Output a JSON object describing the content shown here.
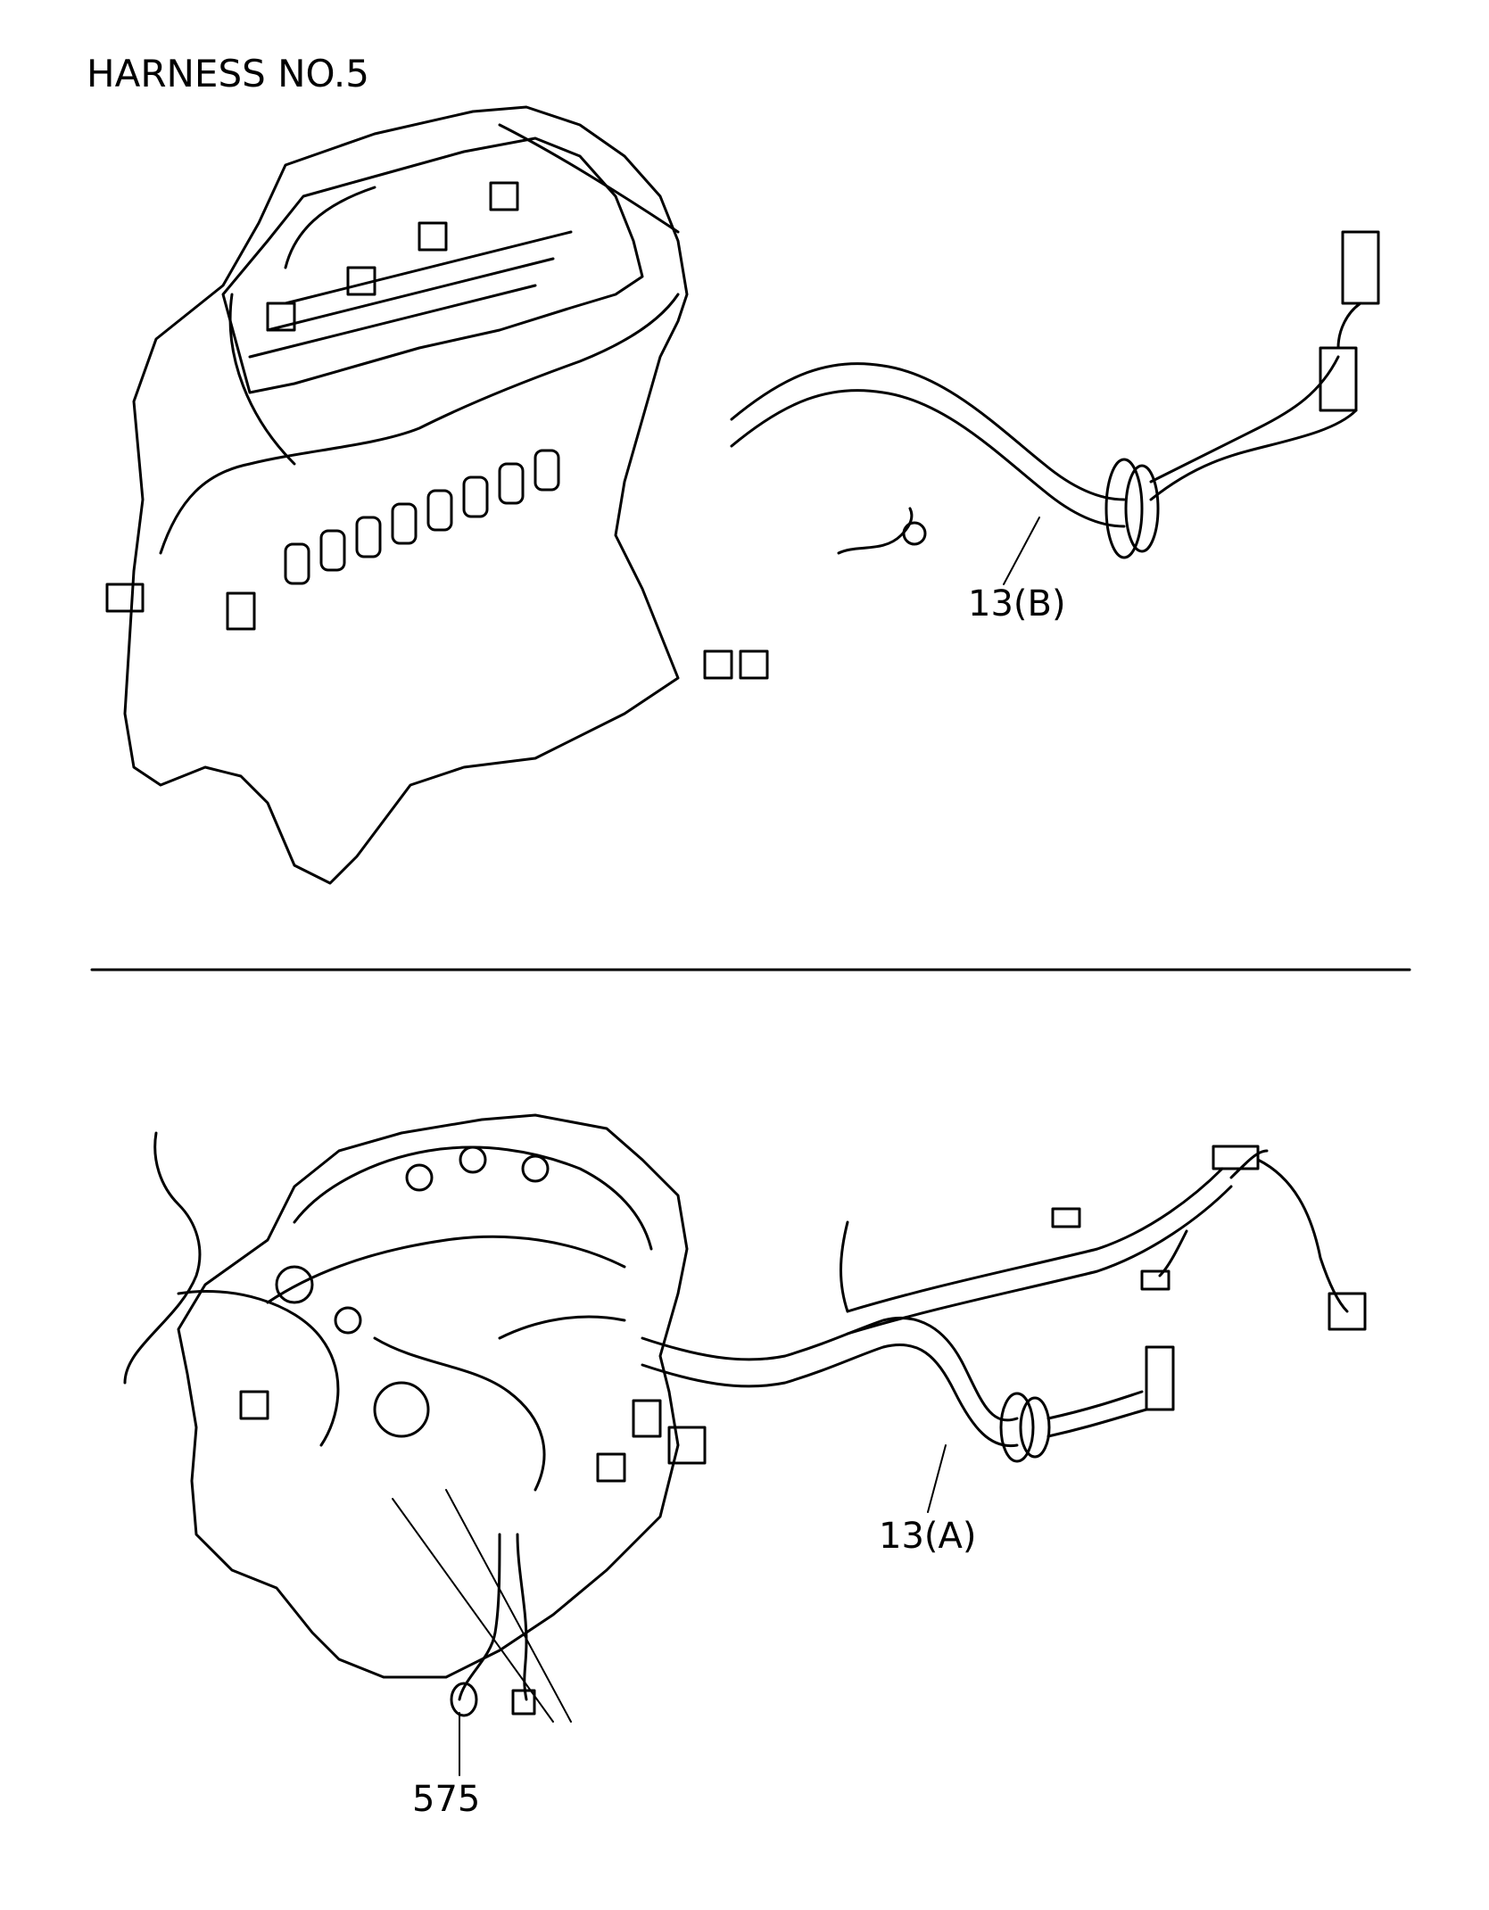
{
  "title": "HARNESS NO.5",
  "callouts": {
    "upper": "13(B)",
    "lower_a": "13(A)",
    "lower_part": "575"
  },
  "colors": {
    "ink": "#000000",
    "paper": "#ffffff"
  }
}
